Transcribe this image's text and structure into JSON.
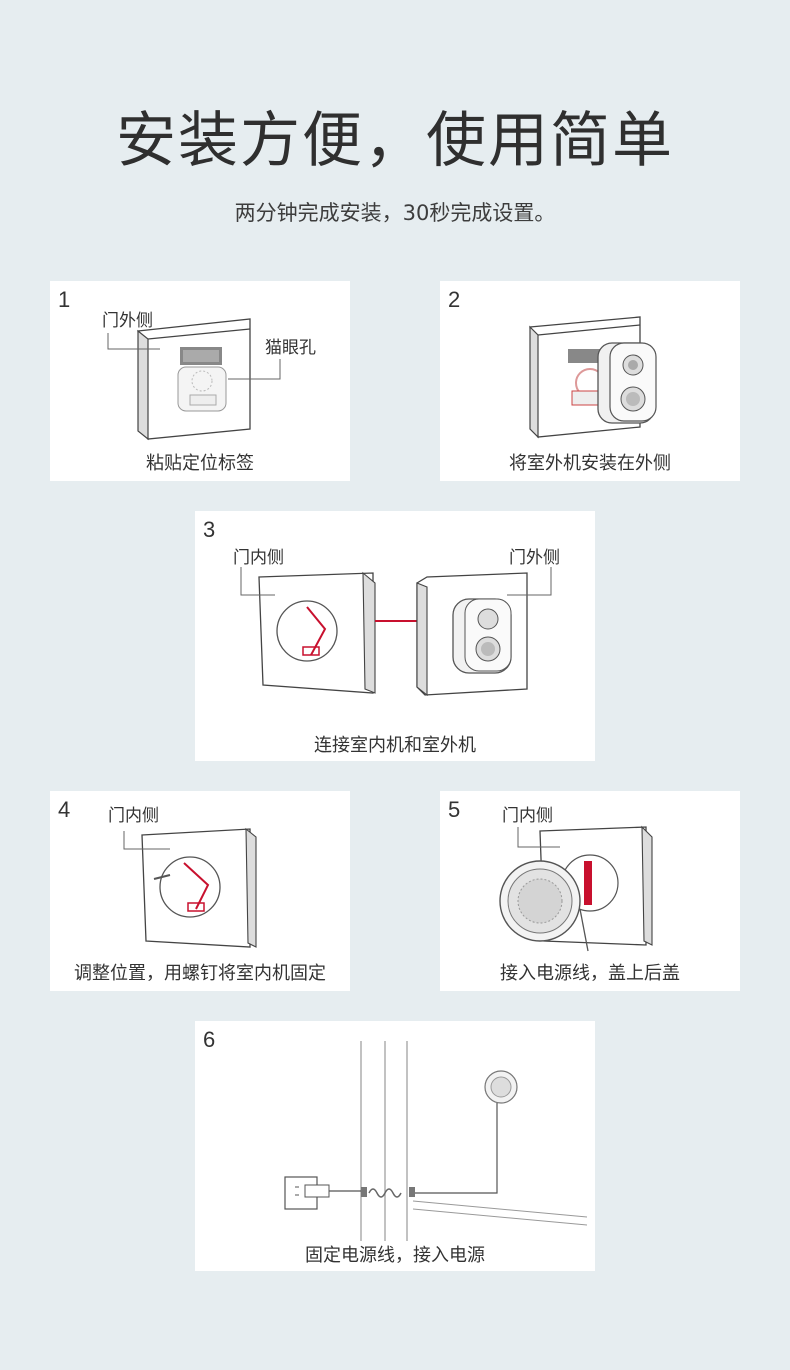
{
  "header": {
    "title": "安装方便，使用简单",
    "subtitle": "两分钟完成安装，30秒完成设置。"
  },
  "steps": [
    {
      "number": "1",
      "caption": "粘贴定位标签",
      "labels": [
        "门外侧",
        "猫眼孔"
      ]
    },
    {
      "number": "2",
      "caption": "将室外机安装在外侧",
      "labels": []
    },
    {
      "number": "3",
      "caption": "连接室内机和室外机",
      "labels": [
        "门内侧",
        "门外侧"
      ]
    },
    {
      "number": "4",
      "caption": "调整位置，用螺钉将室内机固定",
      "labels": [
        "门内侧"
      ]
    },
    {
      "number": "5",
      "caption": "接入电源线，盖上后盖",
      "labels": [
        "门内侧"
      ]
    },
    {
      "number": "6",
      "caption": "固定电源线，接入电源",
      "labels": []
    }
  ],
  "colors": {
    "background": "#e6edf0",
    "card": "#ffffff",
    "accent_red": "#c8102e",
    "line": "#555555"
  },
  "icons": [
    "door-panel-icon",
    "doorbell-unit-icon",
    "indoor-unit-icon",
    "speaker-icon",
    "power-plug-icon",
    "cable-icon"
  ]
}
